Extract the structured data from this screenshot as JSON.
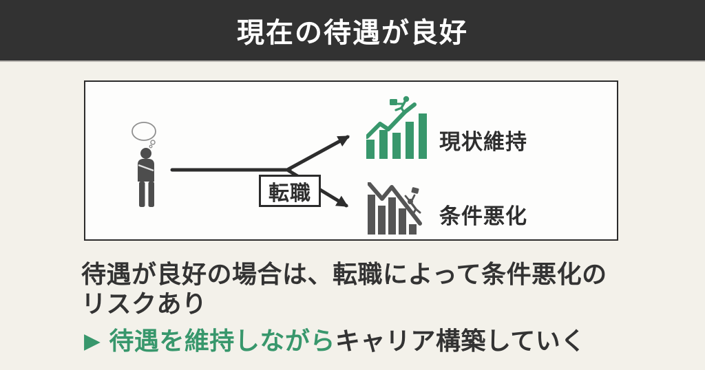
{
  "header": {
    "title": "現在の待遇が良好"
  },
  "diagram": {
    "person": "thinking-person",
    "branch_label": "転職",
    "outcomes": [
      {
        "label": "現状維持",
        "icon": "rising-chart",
        "color": "#38976c"
      },
      {
        "label": "条件悪化",
        "icon": "falling-chart",
        "color": "#555555"
      }
    ]
  },
  "summary": {
    "line1": "待遇が良好の場合は、転職によって条件悪化の",
    "line2": "リスクあり"
  },
  "conclusion": {
    "marker": "▶",
    "highlight": "待遇を維持しながら",
    "rest": "キャリア構築していく"
  },
  "colors": {
    "header_bg": "#323232",
    "body_bg": "#f3f1ea",
    "accent_green": "#38976c",
    "text_dark": "#333333",
    "figure_gray": "#4d4d4d"
  }
}
